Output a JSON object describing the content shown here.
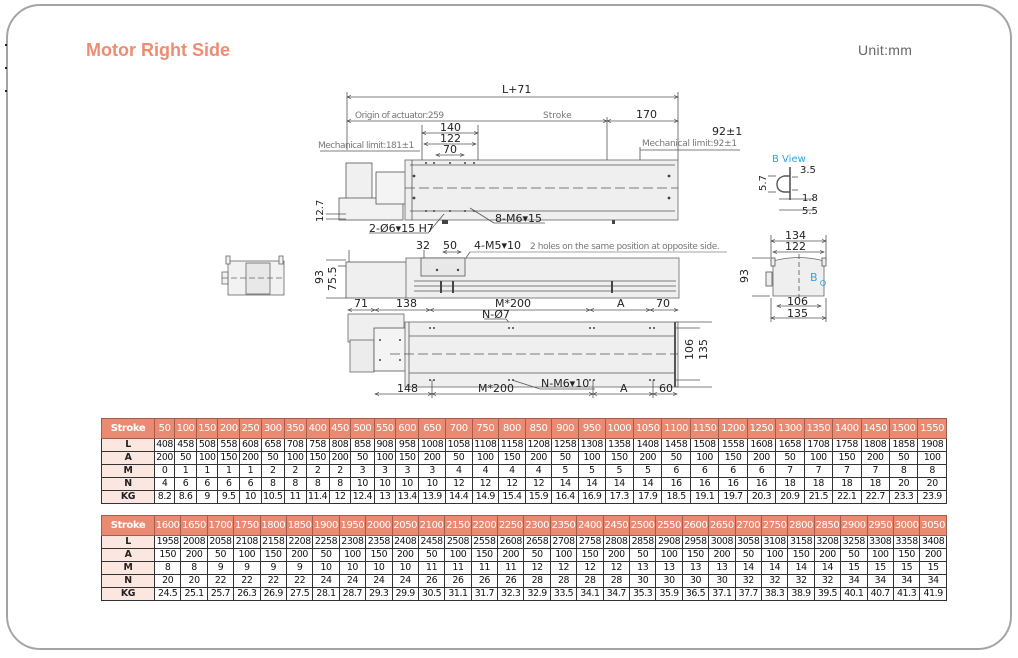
{
  "header": {
    "title": "Motor Right Side",
    "unit": "Unit:mm"
  },
  "drawing": {
    "top_view": {
      "overall": "L+71",
      "origin": "Origin of actuator:259",
      "stroke": "Stroke",
      "end_len": "170",
      "mech_limit_left": "Mechanical limit:181±1",
      "mech_limit_right": "Mechanical limit:92±1",
      "right_tol": "92±1",
      "d140": "140",
      "d122": "122",
      "d70": "70",
      "d12_7": "12.7",
      "pin_holes": "2-Ø6▾15 H7",
      "tap_holes": "8-M6▾15"
    },
    "b_view": {
      "title": "B View",
      "d3_5": "3.5",
      "d5_7": "5.7",
      "d1_8": "1.8",
      "d5_5": "5.5"
    },
    "side_view": {
      "d32": "32",
      "d50": "50",
      "side_holes": "4-M5▾10",
      "side_note": "2 holes on the same position at opposite side.",
      "h93": "93",
      "h75_5": "75.5",
      "d71": "71",
      "d138": "138",
      "m200": "M*200",
      "a": "A",
      "d70": "70"
    },
    "end_view": {
      "w134": "134",
      "w122": "122",
      "h93": "93",
      "b_marker": "B",
      "w106": "106",
      "w135": "135"
    },
    "bottom_view": {
      "through_holes": "N-Ø7",
      "d148": "148",
      "m200": "M*200",
      "bottom_taps": "N-M6▾10",
      "a": "A",
      "d60": "60",
      "h106": "106",
      "h135": "135"
    }
  },
  "spec_table_1": {
    "headers": [
      "Stroke",
      "50",
      "100",
      "150",
      "200",
      "250",
      "300",
      "350",
      "400",
      "450",
      "500",
      "550",
      "600",
      "650",
      "700",
      "750",
      "800",
      "850",
      "900",
      "950",
      "1000",
      "1050",
      "1100",
      "1150",
      "1200",
      "1250",
      "1300",
      "1350",
      "1400",
      "1450",
      "1500",
      "1550"
    ],
    "rows": [
      {
        "label": "L",
        "values": [
          "408",
          "458",
          "508",
          "558",
          "608",
          "658",
          "708",
          "758",
          "808",
          "858",
          "908",
          "958",
          "1008",
          "1058",
          "1108",
          "1158",
          "1208",
          "1258",
          "1308",
          "1358",
          "1408",
          "1458",
          "1508",
          "1558",
          "1608",
          "1658",
          "1708",
          "1758",
          "1808",
          "1858",
          "1908"
        ]
      },
      {
        "label": "A",
        "values": [
          "200",
          "50",
          "100",
          "150",
          "200",
          "50",
          "100",
          "150",
          "200",
          "50",
          "100",
          "150",
          "200",
          "50",
          "100",
          "150",
          "200",
          "50",
          "100",
          "150",
          "200",
          "50",
          "100",
          "150",
          "200",
          "50",
          "100",
          "150",
          "200",
          "50",
          "100"
        ]
      },
      {
        "label": "M",
        "values": [
          "0",
          "1",
          "1",
          "1",
          "1",
          "2",
          "2",
          "2",
          "2",
          "3",
          "3",
          "3",
          "3",
          "4",
          "4",
          "4",
          "4",
          "5",
          "5",
          "5",
          "5",
          "6",
          "6",
          "6",
          "6",
          "7",
          "7",
          "7",
          "7",
          "8",
          "8"
        ]
      },
      {
        "label": "N",
        "values": [
          "4",
          "6",
          "6",
          "6",
          "6",
          "8",
          "8",
          "8",
          "8",
          "10",
          "10",
          "10",
          "10",
          "12",
          "12",
          "12",
          "12",
          "14",
          "14",
          "14",
          "14",
          "16",
          "16",
          "16",
          "16",
          "18",
          "18",
          "18",
          "18",
          "20",
          "20"
        ]
      },
      {
        "label": "KG",
        "values": [
          "8.2",
          "8.6",
          "9",
          "9.5",
          "10",
          "10.5",
          "11",
          "11.4",
          "12",
          "12.4",
          "13",
          "13.4",
          "13.9",
          "14.4",
          "14.9",
          "15.4",
          "15.9",
          "16.4",
          "16.9",
          "17.3",
          "17.9",
          "18.5",
          "19.1",
          "19.7",
          "20.3",
          "20.9",
          "21.5",
          "22.1",
          "22.7",
          "23.3",
          "23.9"
        ]
      }
    ]
  },
  "spec_table_2": {
    "headers": [
      "Stroke",
      "1600",
      "1650",
      "1700",
      "1750",
      "1800",
      "1850",
      "1900",
      "1950",
      "2000",
      "2050",
      "2100",
      "2150",
      "2200",
      "2250",
      "2300",
      "2350",
      "2400",
      "2450",
      "2500",
      "2550",
      "2600",
      "2650",
      "2700",
      "2750",
      "2800",
      "2850",
      "2900",
      "2950",
      "3000",
      "3050"
    ],
    "rows": [
      {
        "label": "L",
        "values": [
          "1958",
          "2008",
          "2058",
          "2108",
          "2158",
          "2208",
          "2258",
          "2308",
          "2358",
          "2408",
          "2458",
          "2508",
          "2558",
          "2608",
          "2658",
          "2708",
          "2758",
          "2808",
          "2858",
          "2908",
          "2958",
          "3008",
          "3058",
          "3108",
          "3158",
          "3208",
          "3258",
          "3308",
          "3358",
          "3408"
        ]
      },
      {
        "label": "A",
        "values": [
          "150",
          "200",
          "50",
          "100",
          "150",
          "200",
          "50",
          "100",
          "150",
          "200",
          "50",
          "100",
          "150",
          "200",
          "50",
          "100",
          "150",
          "200",
          "50",
          "100",
          "150",
          "200",
          "50",
          "100",
          "150",
          "200",
          "50",
          "100",
          "150",
          "200"
        ]
      },
      {
        "label": "M",
        "values": [
          "8",
          "8",
          "9",
          "9",
          "9",
          "9",
          "10",
          "10",
          "10",
          "10",
          "11",
          "11",
          "11",
          "11",
          "12",
          "12",
          "12",
          "12",
          "13",
          "13",
          "13",
          "13",
          "14",
          "14",
          "14",
          "14",
          "15",
          "15",
          "15",
          "15"
        ]
      },
      {
        "label": "N",
        "values": [
          "20",
          "20",
          "22",
          "22",
          "22",
          "22",
          "24",
          "24",
          "24",
          "24",
          "26",
          "26",
          "26",
          "26",
          "28",
          "28",
          "28",
          "28",
          "30",
          "30",
          "30",
          "30",
          "32",
          "32",
          "32",
          "32",
          "34",
          "34",
          "34",
          "34"
        ]
      },
      {
        "label": "KG",
        "values": [
          "24.5",
          "25.1",
          "25.7",
          "26.3",
          "26.9",
          "27.5",
          "28.1",
          "28.7",
          "29.3",
          "29.9",
          "30.5",
          "31.1",
          "31.7",
          "32.3",
          "32.9",
          "33.5",
          "34.1",
          "34.7",
          "35.3",
          "35.9",
          "36.5",
          "37.1",
          "37.7",
          "38.3",
          "38.9",
          "39.5",
          "40.1",
          "40.7",
          "41.3",
          "41.9"
        ]
      }
    ]
  },
  "colors": {
    "accent": "#ef8c74",
    "table_header": "#ea8a72",
    "row_header": "#fbe6e0",
    "b_view": "#2aa6e0",
    "frame": "#a4a4a6"
  }
}
